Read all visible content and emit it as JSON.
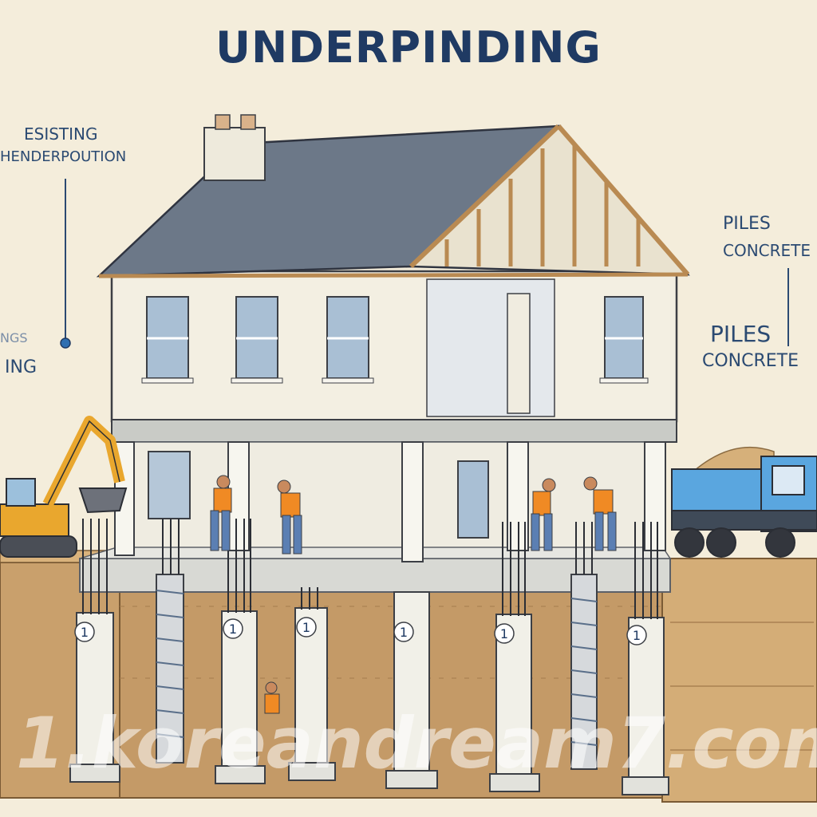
{
  "title": "UNDERPINDING",
  "labels": {
    "existing_line1": "ESISTING",
    "existing_line2": "HENDERPOUTION",
    "left_fragment_1": "NGS",
    "left_fragment_2": "ING",
    "piles_1_a": "PILES",
    "piles_1_b": "CONCRETE",
    "piles_2_a": "PILES",
    "piles_2_b": "CONCRETE"
  },
  "pile_marker": "1",
  "watermark": "1.koreandream7.com",
  "colors": {
    "background": "#f4eddb",
    "roof": "#6a7686",
    "wall": "#f3efe2",
    "soil": "#caa26e",
    "concrete": "#cfd0cb",
    "pile": "#f1f0e8",
    "excavator": "#e9a72e",
    "truck": "#5aa6df",
    "worker_vest": "#f08a24",
    "text": "#1f3a63"
  }
}
